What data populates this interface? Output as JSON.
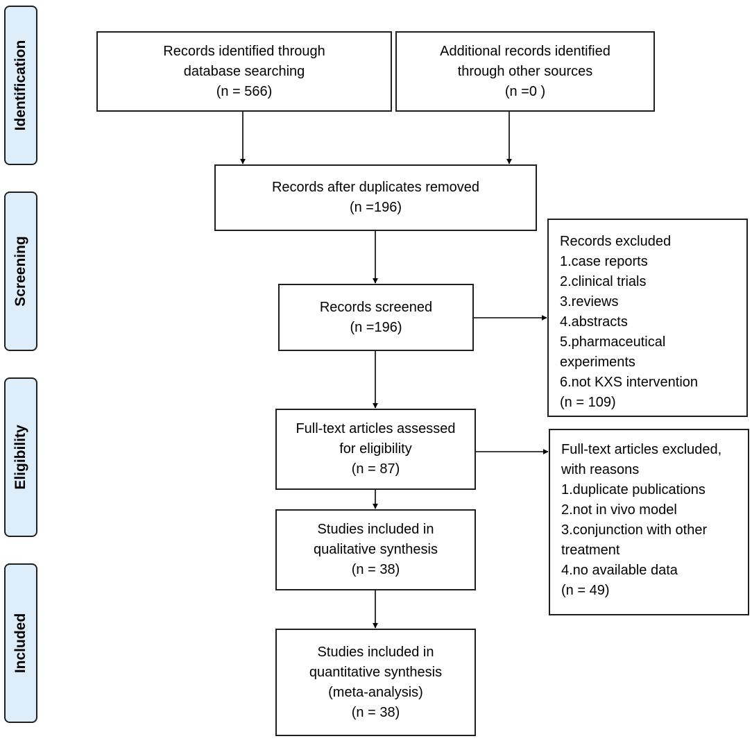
{
  "phases": {
    "identification": "Identification",
    "screening": "Screening",
    "eligibility": "Eligibility",
    "included": "Included"
  },
  "boxes": {
    "database": [
      "Records identified through",
      "database searching",
      "(n = 566)"
    ],
    "other_sources": [
      "Additional records identified",
      "through other sources",
      "(n =0 )"
    ],
    "duplicates_removed": [
      "Records after duplicates removed",
      "(n =196)"
    ],
    "screened": [
      "Records screened",
      "(n =196)"
    ],
    "excluded": [
      "Records excluded",
      "1.case reports",
      "2.clinical trials",
      "3.reviews",
      "4.abstracts",
      "5.pharmaceutical",
      "experiments",
      "6.not KXS intervention",
      "(n = 109)"
    ],
    "full_text": [
      "Full-text articles assessed",
      "for eligibility",
      "(n = 87)"
    ],
    "full_text_excluded": [
      "Full-text articles excluded,",
      "with reasons",
      "1.duplicate publications",
      "2.not in vivo model",
      "3.conjunction with other",
      "treatment",
      "4.no available data",
      "(n = 49)"
    ],
    "qualitative": [
      "Studies included in",
      "qualitative synthesis",
      "(n = 38)"
    ],
    "quantitative": [
      "Studies included in",
      "quantitative synthesis",
      "(meta-analysis)",
      "(n = 38)"
    ]
  }
}
